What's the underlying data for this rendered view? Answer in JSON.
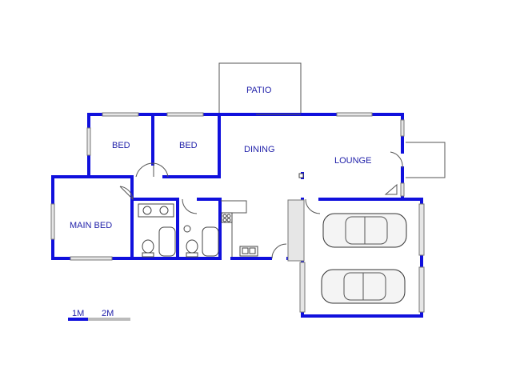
{
  "rooms": {
    "patio": "PATIO",
    "bed1": "BED",
    "bed2": "BED",
    "dining": "DINING",
    "lounge": "LOUNGE",
    "main_bed": "MAIN BED"
  },
  "scale": {
    "label_1m": "1M",
    "label_2m": "2M"
  },
  "colors": {
    "walls": "#1010dd",
    "labels": "#2222aa"
  }
}
